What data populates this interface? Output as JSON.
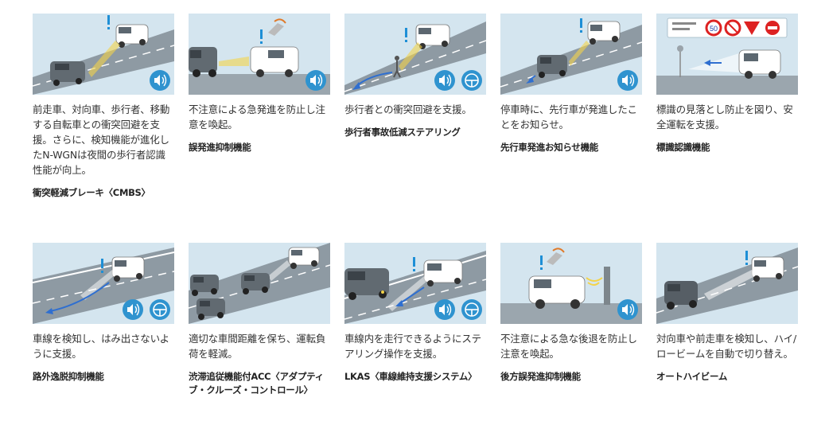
{
  "features": [
    {
      "desc": "前走車、対向車、歩行者、移動する自転車との衝突回避を支援。さらに、検知機能が進化したN-WGNは夜間の歩行者認識性能が向上。",
      "title": "衝突軽減ブレーキ〈CMBS〉",
      "icons": [
        "sound-icon"
      ]
    },
    {
      "desc": "不注意による急発進を防止し注意を喚起。",
      "title": "誤発進抑制機能",
      "icons": [
        "sound-icon"
      ]
    },
    {
      "desc": "歩行者との衝突回避を支援。",
      "title": "歩行者事故低減ステアリング",
      "icons": [
        "sound-icon",
        "steering-icon"
      ]
    },
    {
      "desc": "停車時に、先行車が発進したことをお知らせ。",
      "title": "先行車発進お知らせ機能",
      "icons": [
        "sound-icon"
      ]
    },
    {
      "desc": "標識の見落とし防止を図り、安全運転を支援。",
      "title": "標識認識機能",
      "icons": [],
      "sign_text": "50"
    },
    {
      "desc": "車線を検知し、はみ出さないように支援。",
      "title": "路外逸脱抑制機能",
      "icons": [
        "sound-icon",
        "steering-icon"
      ]
    },
    {
      "desc": "適切な車間距離を保ち、運転負荷を軽減。",
      "title": "渋滞追従機能付ACC〈アダプティブ・クルーズ・コントロール〉",
      "icons": []
    },
    {
      "desc": "車線内を走行できるようにステアリング操作を支援。",
      "title": "LKAS〈車線維持支援システム〉",
      "icons": [
        "sound-icon",
        "steering-icon"
      ]
    },
    {
      "desc": "不注意による急な後退を防止し注意を喚起。",
      "title": "後方誤発進抑制機能",
      "icons": [
        "sound-icon"
      ]
    },
    {
      "desc": "対向車や前走車を検知し、ハイ/ロービームを自動で切り替え。",
      "title": "オートハイビーム",
      "icons": []
    }
  ],
  "colors": {
    "panel_bg": "#d4e5ef",
    "road": "#8e9aa3",
    "icon_blue": "#2f93cf",
    "alert_blue": "#1e8fd6"
  }
}
